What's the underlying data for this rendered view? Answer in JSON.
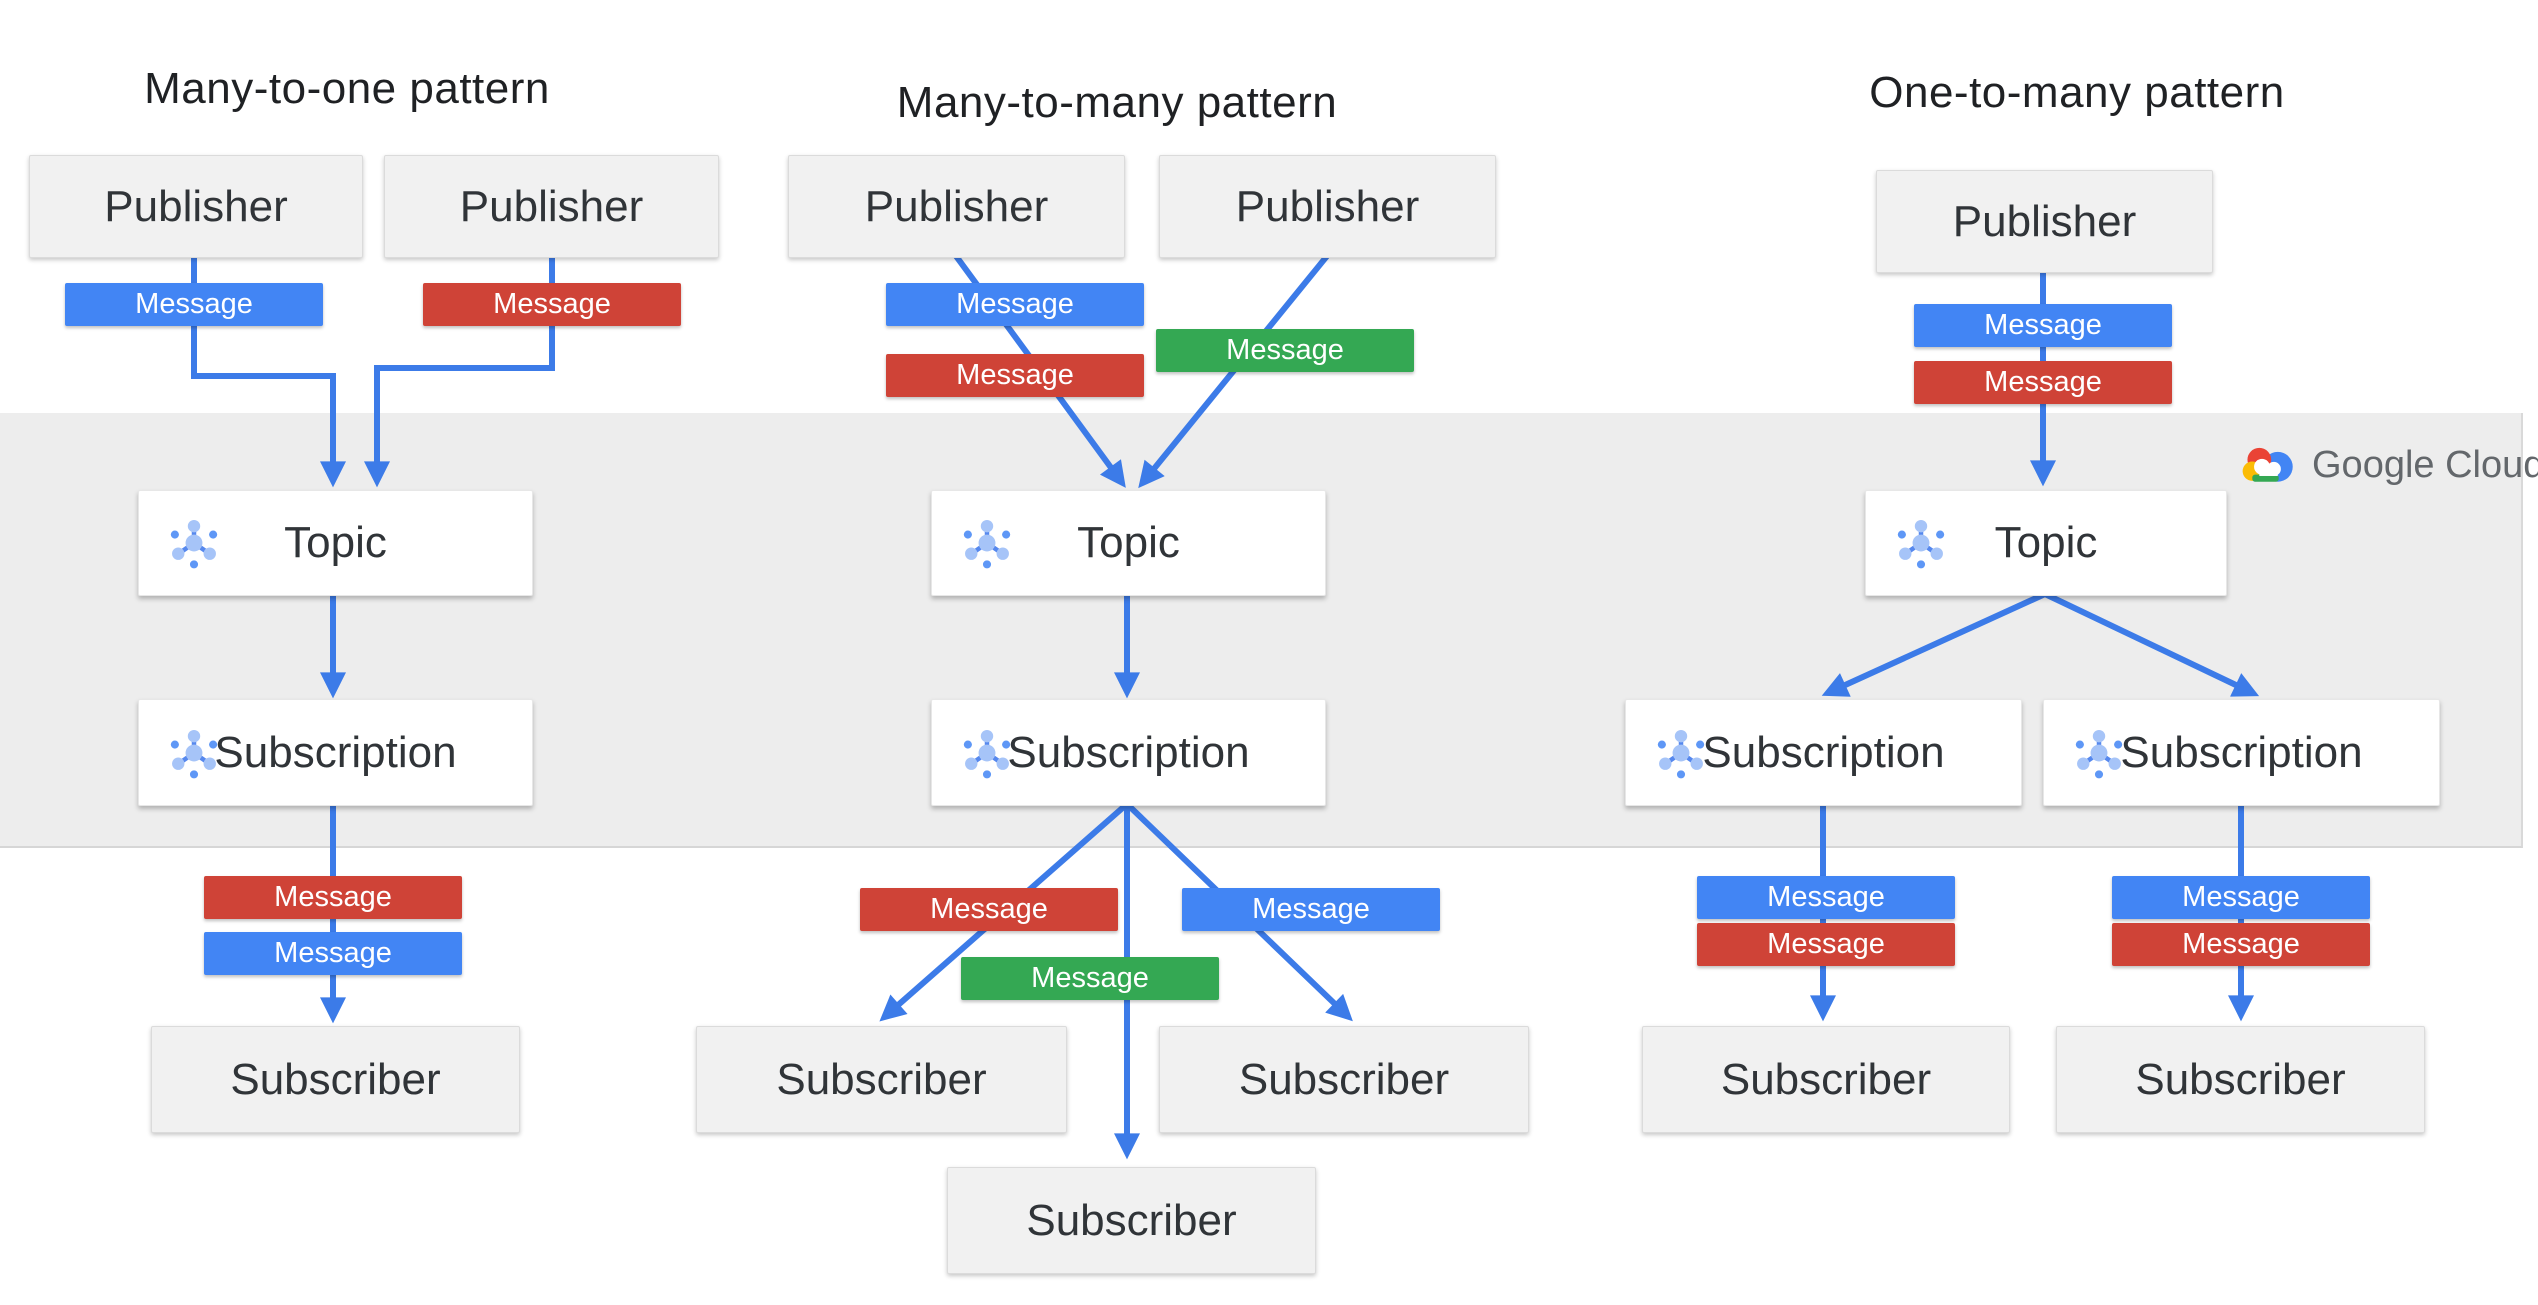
{
  "patterns": [
    {
      "title": "Many-to-one pattern"
    },
    {
      "title": "Many-to-many  pattern"
    },
    {
      "title": "One-to-many pattern"
    }
  ],
  "node_labels": {
    "publisher": "Publisher",
    "topic": "Topic",
    "subscription": "Subscription",
    "subscriber": "Subscriber"
  },
  "badge_label": "Message",
  "logo": {
    "text": "Google Cloud"
  },
  "colors": {
    "blue": "#4285F4",
    "red": "#CF4337",
    "green": "#34A853",
    "yellow": "#FBBC05",
    "line": "#3C7BE8",
    "band": "#EDEDED",
    "box_gray": "#F1F1F1",
    "box_white": "#FFFFFF",
    "text_dark": "#303438",
    "logo_text": "#63676B"
  }
}
